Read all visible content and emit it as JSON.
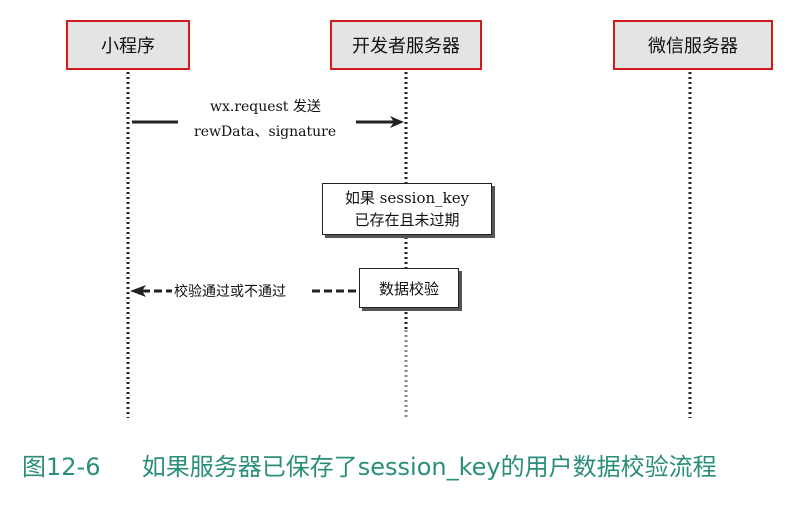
{
  "participants": [
    {
      "label": "小程序"
    },
    {
      "label": "开发者服务器"
    },
    {
      "label": "微信服务器"
    }
  ],
  "messages": [
    {
      "line1": "wx.request 发送",
      "line2": "rewData、signature"
    },
    {
      "label": "校验通过或不通过"
    }
  ],
  "notes": [
    {
      "line1": "如果 session_key",
      "line2": "已存在且未过期"
    },
    {
      "line1": "数据校验"
    }
  ],
  "caption": {
    "figure": "图12-6",
    "text": "如果服务器已保存了session_key的用户数据校验流程"
  },
  "colors": {
    "accent": "#d11a1a",
    "caption": "#2a8e7a",
    "box_fill": "#e4e4e4"
  }
}
